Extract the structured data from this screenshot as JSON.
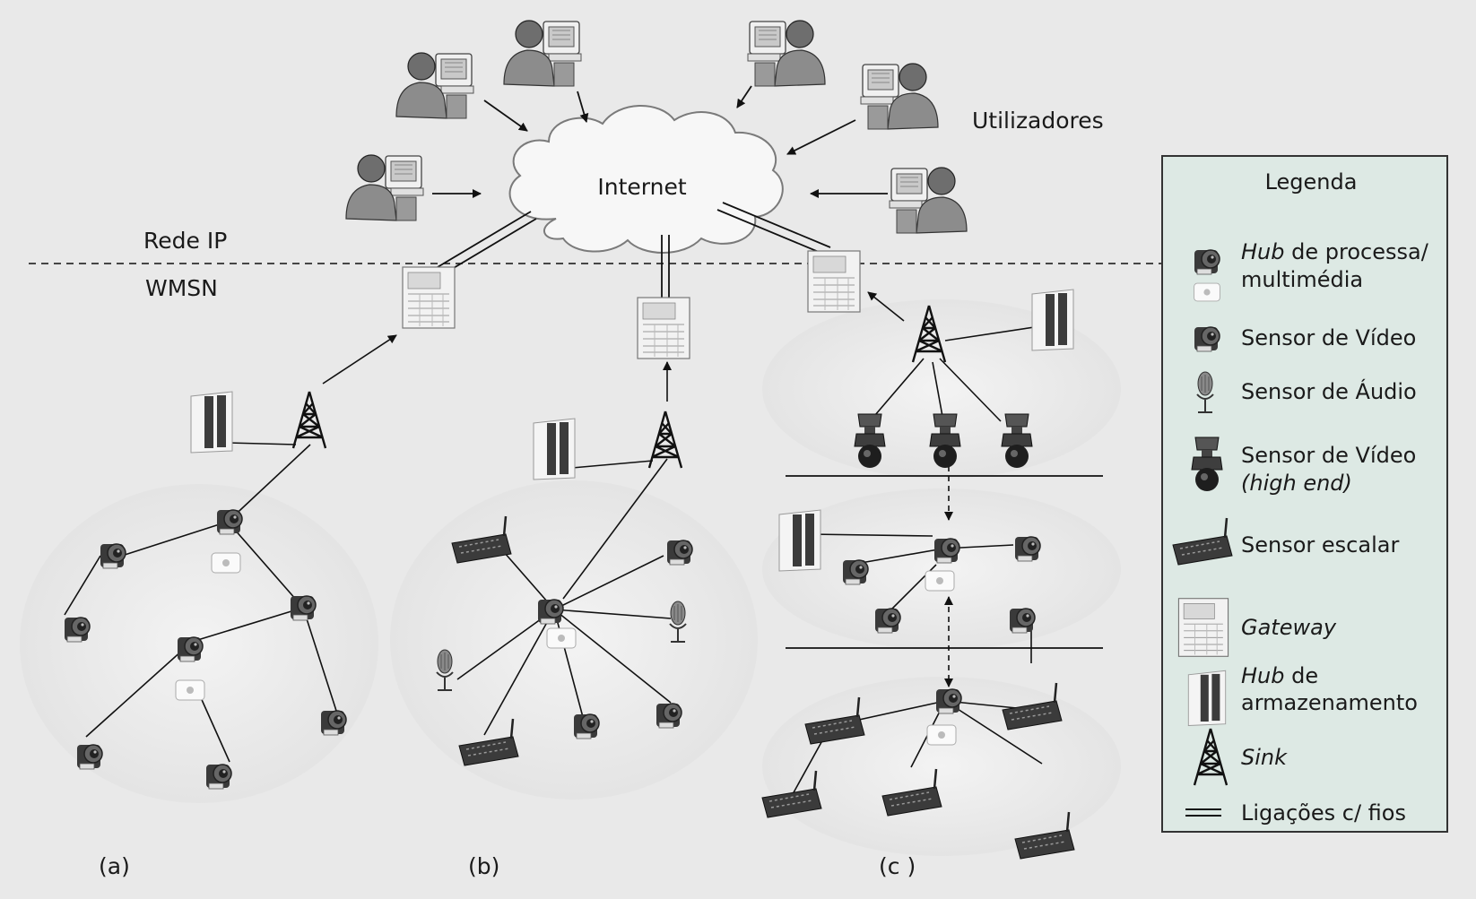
{
  "labels": {
    "internet": "Internet",
    "users": "Utilizadores",
    "ip_network": "Rede IP",
    "wmsn": "WMSN",
    "panel_a": "(a)",
    "panel_b": "(b)",
    "panel_c": "(c )"
  },
  "legend": {
    "title": "Legenda",
    "items": [
      {
        "icon": "processing-hub-icon",
        "italic": "Hub",
        "text": " de processa/",
        "text2": "multimédia"
      },
      {
        "icon": "video-sensor-icon",
        "italic": "",
        "text": "Sensor de Vídeo",
        "text2": ""
      },
      {
        "icon": "audio-sensor-icon",
        "italic": "",
        "text": "Sensor de Áudio",
        "text2": ""
      },
      {
        "icon": "high-end-video-sensor-icon",
        "italic": "",
        "text": "Sensor de Vídeo",
        "text2": "(high end)"
      },
      {
        "icon": "scalar-sensor-icon",
        "italic": "",
        "text": "Sensor escalar",
        "text2": ""
      },
      {
        "icon": "gateway-icon",
        "italic": "Gateway",
        "text": "",
        "text2": ""
      },
      {
        "icon": "storage-hub-icon",
        "italic": "Hub",
        "text": " de",
        "text2": "armazenamento"
      },
      {
        "icon": "sink-icon",
        "italic": "Sink",
        "text": "",
        "text2": ""
      },
      {
        "icon": "wired-link-icon",
        "italic": "",
        "text": "Ligações c/ fios",
        "text2": ""
      }
    ]
  },
  "colors": {
    "background": "#e9e9e9",
    "legend_bg": "#dde9e4",
    "cloud": "#f6f6f6",
    "line": "#111111"
  }
}
